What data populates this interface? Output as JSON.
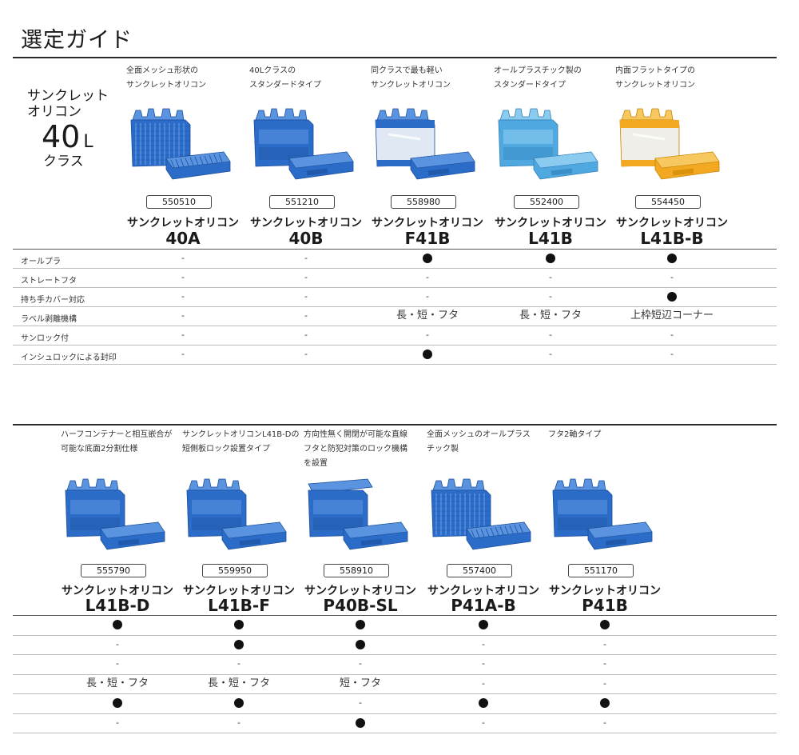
{
  "title": "選定ガイド",
  "section1": {
    "class_label": {
      "line1": "サンクレット",
      "line2": "オリコン",
      "big": "40",
      "unit": "L",
      "sub": "クラス"
    },
    "products": [
      {
        "desc": [
          "全面メッシュ形状の",
          "サンクレットオリコン"
        ],
        "code": "550510",
        "name": "サンクレットオリコン",
        "model": "40A",
        "color": "blue",
        "style": "mesh"
      },
      {
        "desc": [
          "40Lクラスの",
          "スタンダードタイプ"
        ],
        "code": "551210",
        "name": "サンクレットオリコン",
        "model": "40B",
        "color": "blue",
        "style": "std"
      },
      {
        "desc": [
          "同クラスで最も軽い",
          "サンクレットオリコン"
        ],
        "code": "558980",
        "name": "サンクレットオリコン",
        "model": "F41B",
        "color": "clear",
        "style": "clear"
      },
      {
        "desc": [
          "オールプラスチック製の",
          "スタンダードタイプ"
        ],
        "code": "552400",
        "name": "サンクレットオリコン",
        "model": "L41B",
        "color": "lightblue",
        "style": "std"
      },
      {
        "desc": [
          "内面フラットタイプの",
          "サンクレットオリコン"
        ],
        "code": "554450",
        "name": "サンクレットオリコン",
        "model": "L41B-B",
        "color": "orange",
        "style": "clear"
      }
    ],
    "rows": [
      {
        "label": "オールプラ",
        "cells": [
          "-",
          "-",
          "●",
          "●",
          "●"
        ]
      },
      {
        "label": "ストレートフタ",
        "cells": [
          "-",
          "-",
          "-",
          "-",
          "-"
        ]
      },
      {
        "label": "持ち手カバー対応",
        "cells": [
          "-",
          "-",
          "-",
          "-",
          "●"
        ]
      },
      {
        "label": "ラベル剥離機構",
        "cells": [
          "-",
          "-",
          "長・短・フタ",
          "長・短・フタ",
          "上枠短辺コーナー"
        ]
      },
      {
        "label": "サンロック付",
        "cells": [
          "-",
          "-",
          "-",
          "-",
          "-"
        ]
      },
      {
        "label": "インシュロックによる封印",
        "cells": [
          "-",
          "-",
          "●",
          "-",
          "-"
        ]
      }
    ]
  },
  "section2": {
    "products": [
      {
        "desc": [
          "ハーフコンテナーと相互嵌合が",
          "可能な底面2分割仕様"
        ],
        "code": "555790",
        "name": "サンクレットオリコン",
        "model": "L41B-D",
        "color": "blue",
        "style": "std"
      },
      {
        "desc": [
          "サンクレットオリコンL41B-Dの",
          "短側板ロック設置タイプ"
        ],
        "code": "559950",
        "name": "サンクレットオリコン",
        "model": "L41B-F",
        "color": "blue",
        "style": "std"
      },
      {
        "desc": [
          "方向性無く開閉が可能な直線",
          "フタと防犯対策のロック機構",
          "を設置"
        ],
        "code": "558910",
        "name": "サンクレットオリコン",
        "model": "P40B-SL",
        "color": "blue",
        "style": "lid"
      },
      {
        "desc": [
          "全面メッシュのオールプラス",
          "チック製"
        ],
        "code": "557400",
        "name": "サンクレットオリコン",
        "model": "P41A-B",
        "color": "blue",
        "style": "mesh"
      },
      {
        "desc": [
          "フタ2軸タイプ"
        ],
        "code": "551170",
        "name": "サンクレットオリコン",
        "model": "P41B",
        "color": "blue",
        "style": "std"
      }
    ],
    "rows": [
      {
        "cells": [
          "●",
          "●",
          "●",
          "●",
          "●"
        ]
      },
      {
        "cells": [
          "-",
          "●",
          "●",
          "-",
          "-"
        ]
      },
      {
        "cells": [
          "-",
          "-",
          "-",
          "-",
          "-"
        ]
      },
      {
        "cells": [
          "長・短・フタ",
          "長・短・フタ",
          "短・フタ",
          "-",
          "-"
        ]
      },
      {
        "cells": [
          "●",
          "●",
          "-",
          "●",
          "●"
        ]
      },
      {
        "cells": [
          "-",
          "-",
          "●",
          "-",
          "-"
        ]
      }
    ]
  },
  "colors": {
    "blue": {
      "main": "#2a6cc8",
      "dark": "#1d4f9a",
      "light": "#5a93e0"
    },
    "lightblue": {
      "main": "#4fa9e0",
      "dark": "#2f7fb8",
      "light": "#8ccbf0"
    },
    "clear": {
      "main": "#2a6cc8",
      "dark": "#1d4f9a",
      "light": "#5a93e0",
      "body": "#dfe8f3"
    },
    "orange": {
      "main": "#f2a820",
      "dark": "#c98200",
      "light": "#f8c860",
      "body": "#efeee8"
    }
  }
}
